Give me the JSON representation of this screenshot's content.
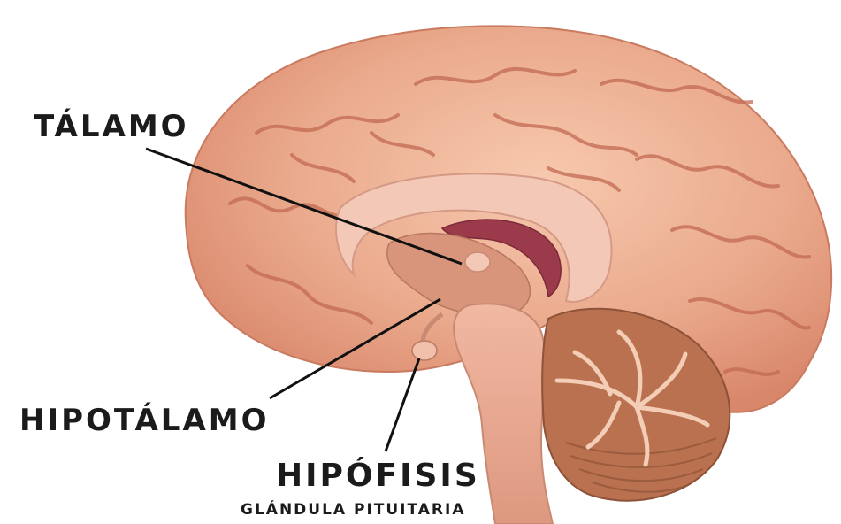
{
  "labels": {
    "talamo": "TÁLAMO",
    "hipotalamo": "HIPOTÁLAMO",
    "hipofisis": "HIPÓFISIS",
    "glandula": "GLÁNDULA PITUITARIA"
  },
  "colors": {
    "cortex": "#e9a488",
    "cortex_light": "#f6c4aa",
    "sulcus": "#c96e55",
    "corpus_callosum": "#f4c8b6",
    "ventricle": "#9a3a4a",
    "thalamus": "#d9957c",
    "brainstem": "#eaa892",
    "cerebellum": "#b9714f",
    "cerebellum_arbor": "#f3cdb5",
    "leader_line": "#111111",
    "text": "#1b1b1b"
  }
}
